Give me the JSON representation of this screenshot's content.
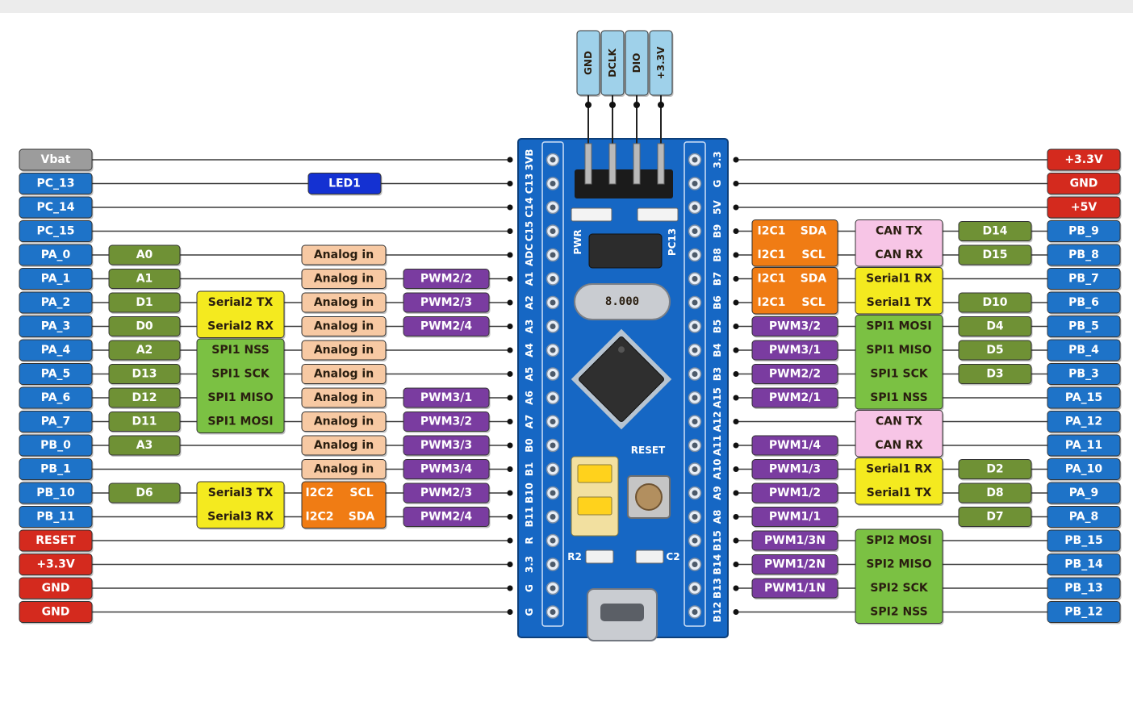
{
  "colors": {
    "blue": "#1e73c8",
    "red": "#d42a1e",
    "gray": "#9c9c9c",
    "olive": "#6f9135",
    "yellow": "#f4ea1f",
    "green": "#7bc143",
    "peach": "#f7c9a3",
    "purple": "#7a3ca0",
    "orange": "#f07c14",
    "pink": "#f7c5e6",
    "navy": "#1431d2",
    "board": "#1667c4"
  },
  "debug_header": [
    "GND",
    "DCLK",
    "DIO",
    "+3.3V"
  ],
  "led_label": "LED1",
  "board_labels": {
    "left_pins": [
      "3VB",
      "C13",
      "C14",
      "C15",
      "ADC",
      "A1",
      "A2",
      "A3",
      "A4",
      "A5",
      "A6",
      "A7",
      "B0",
      "B1",
      "B10",
      "B11",
      "R",
      "3.3",
      "G",
      "G"
    ],
    "right_pins": [
      "3.3",
      "G",
      "5V",
      "B9",
      "B8",
      "B7",
      "B6",
      "B5",
      "B4",
      "B3",
      "A15",
      "A12",
      "A11",
      "A10",
      "A9",
      "A8",
      "B15",
      "B14",
      "B13",
      "B12"
    ],
    "reset": "RESET",
    "pwr": "PWR",
    "pc13": "PC13",
    "r2": "R2",
    "c2": "C2",
    "crystal": "8.000"
  },
  "left": {
    "pins": [
      "Vbat",
      "PC_13",
      "PC_14",
      "PC_15",
      "PA_0",
      "PA_1",
      "PA_2",
      "PA_3",
      "PA_4",
      "PA_5",
      "PA_6",
      "PA_7",
      "PB_0",
      "PB_1",
      "PB_10",
      "PB_11",
      "RESET",
      "+3.3V",
      "GND",
      "GND"
    ],
    "arduino": [
      {
        "row": 4,
        "text": "A0"
      },
      {
        "row": 5,
        "text": "A1"
      },
      {
        "row": 6,
        "text": "D1"
      },
      {
        "row": 7,
        "text": "D0"
      },
      {
        "row": 8,
        "text": "A2"
      },
      {
        "row": 9,
        "text": "D13"
      },
      {
        "row": 10,
        "text": "D12"
      },
      {
        "row": 11,
        "text": "D11"
      },
      {
        "row": 12,
        "text": "A3"
      },
      {
        "row": 14,
        "text": "D6"
      }
    ],
    "serial_groups": [
      {
        "start": 6,
        "color": "yellow",
        "lines": [
          "Serial2 TX",
          "Serial2 RX"
        ]
      },
      {
        "start": 8,
        "color": "green",
        "lines": [
          "SPI1 NSS",
          "SPI1 SCK",
          "SPI1 MISO",
          "SPI1 MOSI"
        ]
      },
      {
        "start": 14,
        "color": "yellow",
        "lines": [
          "Serial3 TX",
          "Serial3 RX"
        ]
      }
    ],
    "analog": [
      {
        "row": 4,
        "text": "Analog in"
      },
      {
        "row": 5,
        "text": "Analog in"
      },
      {
        "row": 6,
        "text": "Analog in"
      },
      {
        "row": 7,
        "text": "Analog in"
      },
      {
        "row": 8,
        "text": "Analog in"
      },
      {
        "row": 9,
        "text": "Analog in"
      },
      {
        "row": 10,
        "text": "Analog in"
      },
      {
        "row": 11,
        "text": "Analog in"
      },
      {
        "row": 12,
        "text": "Analog in"
      },
      {
        "row": 13,
        "text": "Analog in"
      }
    ],
    "i2c2": {
      "start": 14,
      "lines": [
        [
          "I2C2",
          "SCL"
        ],
        [
          "I2C2",
          "SDA"
        ]
      ]
    },
    "pwm": [
      {
        "row": 5,
        "text": "PWM2/2"
      },
      {
        "row": 6,
        "text": "PWM2/3"
      },
      {
        "row": 7,
        "text": "PWM2/4"
      },
      {
        "row": 10,
        "text": "PWM3/1"
      },
      {
        "row": 11,
        "text": "PWM3/2"
      },
      {
        "row": 12,
        "text": "PWM3/3"
      },
      {
        "row": 13,
        "text": "PWM3/4"
      },
      {
        "row": 14,
        "text": "PWM2/3"
      },
      {
        "row": 15,
        "text": "PWM2/4"
      }
    ]
  },
  "right": {
    "pins": [
      "+3.3V",
      "GND",
      "+5V",
      "PB_9",
      "PB_8",
      "PB_7",
      "PB_6",
      "PB_5",
      "PB_4",
      "PB_3",
      "PA_15",
      "PA_12",
      "PA_11",
      "PA_10",
      "PA_9",
      "PA_8",
      "PB_15",
      "PB_14",
      "PB_13",
      "PB_12"
    ],
    "i2c1": [
      {
        "start": 3,
        "lines": [
          [
            "I2C1",
            "SDA"
          ],
          [
            "I2C1",
            "SCL"
          ]
        ]
      },
      {
        "start": 5,
        "lines": [
          [
            "I2C1",
            "SDA"
          ],
          [
            "I2C1",
            "SCL"
          ]
        ]
      }
    ],
    "pwm": [
      {
        "row": 7,
        "text": "PWM3/2"
      },
      {
        "row": 8,
        "text": "PWM3/1"
      },
      {
        "row": 9,
        "text": "PWM2/2"
      },
      {
        "row": 10,
        "text": "PWM2/1"
      },
      {
        "row": 12,
        "text": "PWM1/4"
      },
      {
        "row": 13,
        "text": "PWM1/3"
      },
      {
        "row": 14,
        "text": "PWM1/2"
      },
      {
        "row": 15,
        "text": "PWM1/1"
      },
      {
        "row": 16,
        "text": "PWM1/3N"
      },
      {
        "row": 17,
        "text": "PWM1/2N"
      },
      {
        "row": 18,
        "text": "PWM1/1N"
      }
    ],
    "comm_groups": [
      {
        "start": 3,
        "color": "pink",
        "lines": [
          "CAN TX",
          "CAN RX"
        ]
      },
      {
        "start": 5,
        "color": "yellow",
        "lines": [
          "Serial1 RX",
          "Serial1 TX"
        ]
      },
      {
        "start": 7,
        "color": "green",
        "lines": [
          "SPI1 MOSI",
          "SPI1 MISO",
          "SPI1 SCK",
          "SPI1 NSS"
        ]
      },
      {
        "start": 11,
        "color": "pink",
        "lines": [
          "CAN TX",
          "CAN RX"
        ]
      },
      {
        "start": 13,
        "color": "yellow",
        "lines": [
          "Serial1 RX",
          "Serial1 TX"
        ]
      },
      {
        "start": 16,
        "color": "green",
        "lines": [
          "SPI2 MOSI",
          "SPI2 MISO",
          "SPI2 SCK",
          "SPI2 NSS"
        ]
      }
    ],
    "arduino": [
      {
        "row": 3,
        "text": "D14"
      },
      {
        "row": 4,
        "text": "D15"
      },
      {
        "row": 6,
        "text": "D10"
      },
      {
        "row": 7,
        "text": "D4"
      },
      {
        "row": 8,
        "text": "D5"
      },
      {
        "row": 9,
        "text": "D3"
      },
      {
        "row": 13,
        "text": "D2"
      },
      {
        "row": 14,
        "text": "D8"
      },
      {
        "row": 15,
        "text": "D7"
      }
    ]
  }
}
